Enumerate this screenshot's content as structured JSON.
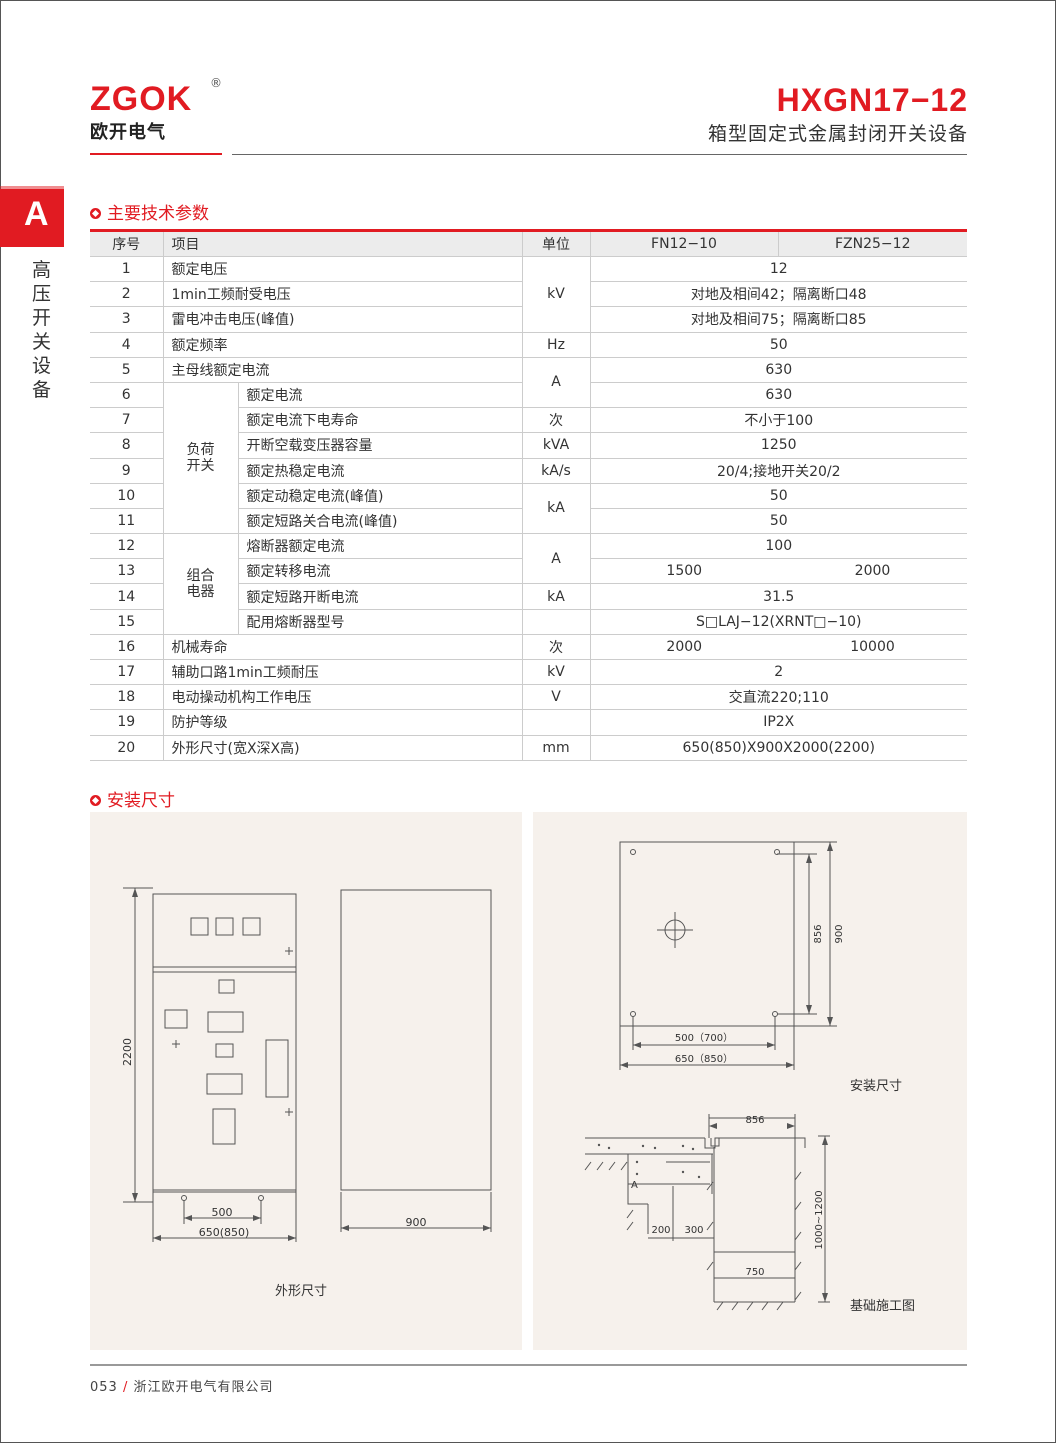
{
  "header": {
    "brand": "ZGOK",
    "registered": "®",
    "brand_cn": "欧开电气",
    "model": "HXGN17−12",
    "subtitle": "箱型固定式金属封闭开关设备"
  },
  "sidebar": {
    "tab_letter": "A",
    "category": "高压开关设备"
  },
  "specs": {
    "title": "主要技术参数",
    "headers": {
      "no": "序号",
      "item": "项目",
      "unit": "单位",
      "col1": "FN12−10",
      "col2": "FZN25−12"
    },
    "groups": {
      "load_switch": "负荷\n开关",
      "combo": "组合\n电器"
    },
    "rows": [
      {
        "no": "1",
        "item": "额定电压",
        "unit": "kV",
        "value": "12"
      },
      {
        "no": "2",
        "item": "1min工频耐受电压",
        "value": "对地及相间42；隔离断口48"
      },
      {
        "no": "3",
        "item": "雷电冲击电压(峰值)",
        "value": "对地及相间75；隔离断口85"
      },
      {
        "no": "4",
        "item": "额定频率",
        "unit": "Hz",
        "value": "50"
      },
      {
        "no": "5",
        "item": "主母线额定电流",
        "unit": "A",
        "value": "630"
      },
      {
        "no": "6",
        "item": "额定电流",
        "value": "630"
      },
      {
        "no": "7",
        "item": "额定电流下电寿命",
        "unit": "次",
        "value": "不小于100"
      },
      {
        "no": "8",
        "item": "开断空载变压器容量",
        "unit": "kVA",
        "value": "1250"
      },
      {
        "no": "9",
        "item": "额定热稳定电流",
        "unit": "kA/s",
        "value": "20/4;接地开关20/2"
      },
      {
        "no": "10",
        "item": "额定动稳定电流(峰值)",
        "unit": "kA",
        "value": "50"
      },
      {
        "no": "11",
        "item": "额定短路关合电流(峰值)",
        "value": "50"
      },
      {
        "no": "12",
        "item": "熔断器额定电流",
        "unit": "A",
        "value": "100"
      },
      {
        "no": "13",
        "item": "额定转移电流",
        "value1": "1500",
        "value2": "2000"
      },
      {
        "no": "14",
        "item": "额定短路开断电流",
        "unit": "kA",
        "value": "31.5"
      },
      {
        "no": "15",
        "item": "配用熔断器型号",
        "value": "S□LAJ−12(XRNT□−10)"
      },
      {
        "no": "16",
        "item": "机械寿命",
        "unit": "次",
        "value1": "2000",
        "value2": "10000"
      },
      {
        "no": "17",
        "item": "辅助口路1min工频耐压",
        "unit": "kV",
        "value": "2"
      },
      {
        "no": "18",
        "item": "电动操动机构工作电压",
        "unit": "V",
        "value": "交直流220;110"
      },
      {
        "no": "19",
        "item": "防护等级",
        "value": "IP2X"
      },
      {
        "no": "20",
        "item": "外形尺寸(宽X深X高)",
        "unit": "mm",
        "value": "650(850)X900X2000(2200)"
      }
    ]
  },
  "install": {
    "title": "安装尺寸",
    "outline_caption": "外形尺寸",
    "mount_caption": "安装尺寸",
    "foundation_caption": "基础施工图",
    "dims": {
      "h2200": "2200",
      "w500": "500",
      "w650": "650(850)",
      "d900": "900",
      "m856": "856",
      "m900": "900",
      "m500": "500（700）",
      "m650": "650（850）",
      "f856": "856",
      "f1000": "1000~1200",
      "f200": "200",
      "f300": "300",
      "f750": "750",
      "fA": "A"
    }
  },
  "footer": {
    "page": "053",
    "sep": "/",
    "company": "浙江欧开电气有限公司"
  },
  "colors": {
    "accent": "#e11b22",
    "panel_bg": "#f6f1ec"
  }
}
